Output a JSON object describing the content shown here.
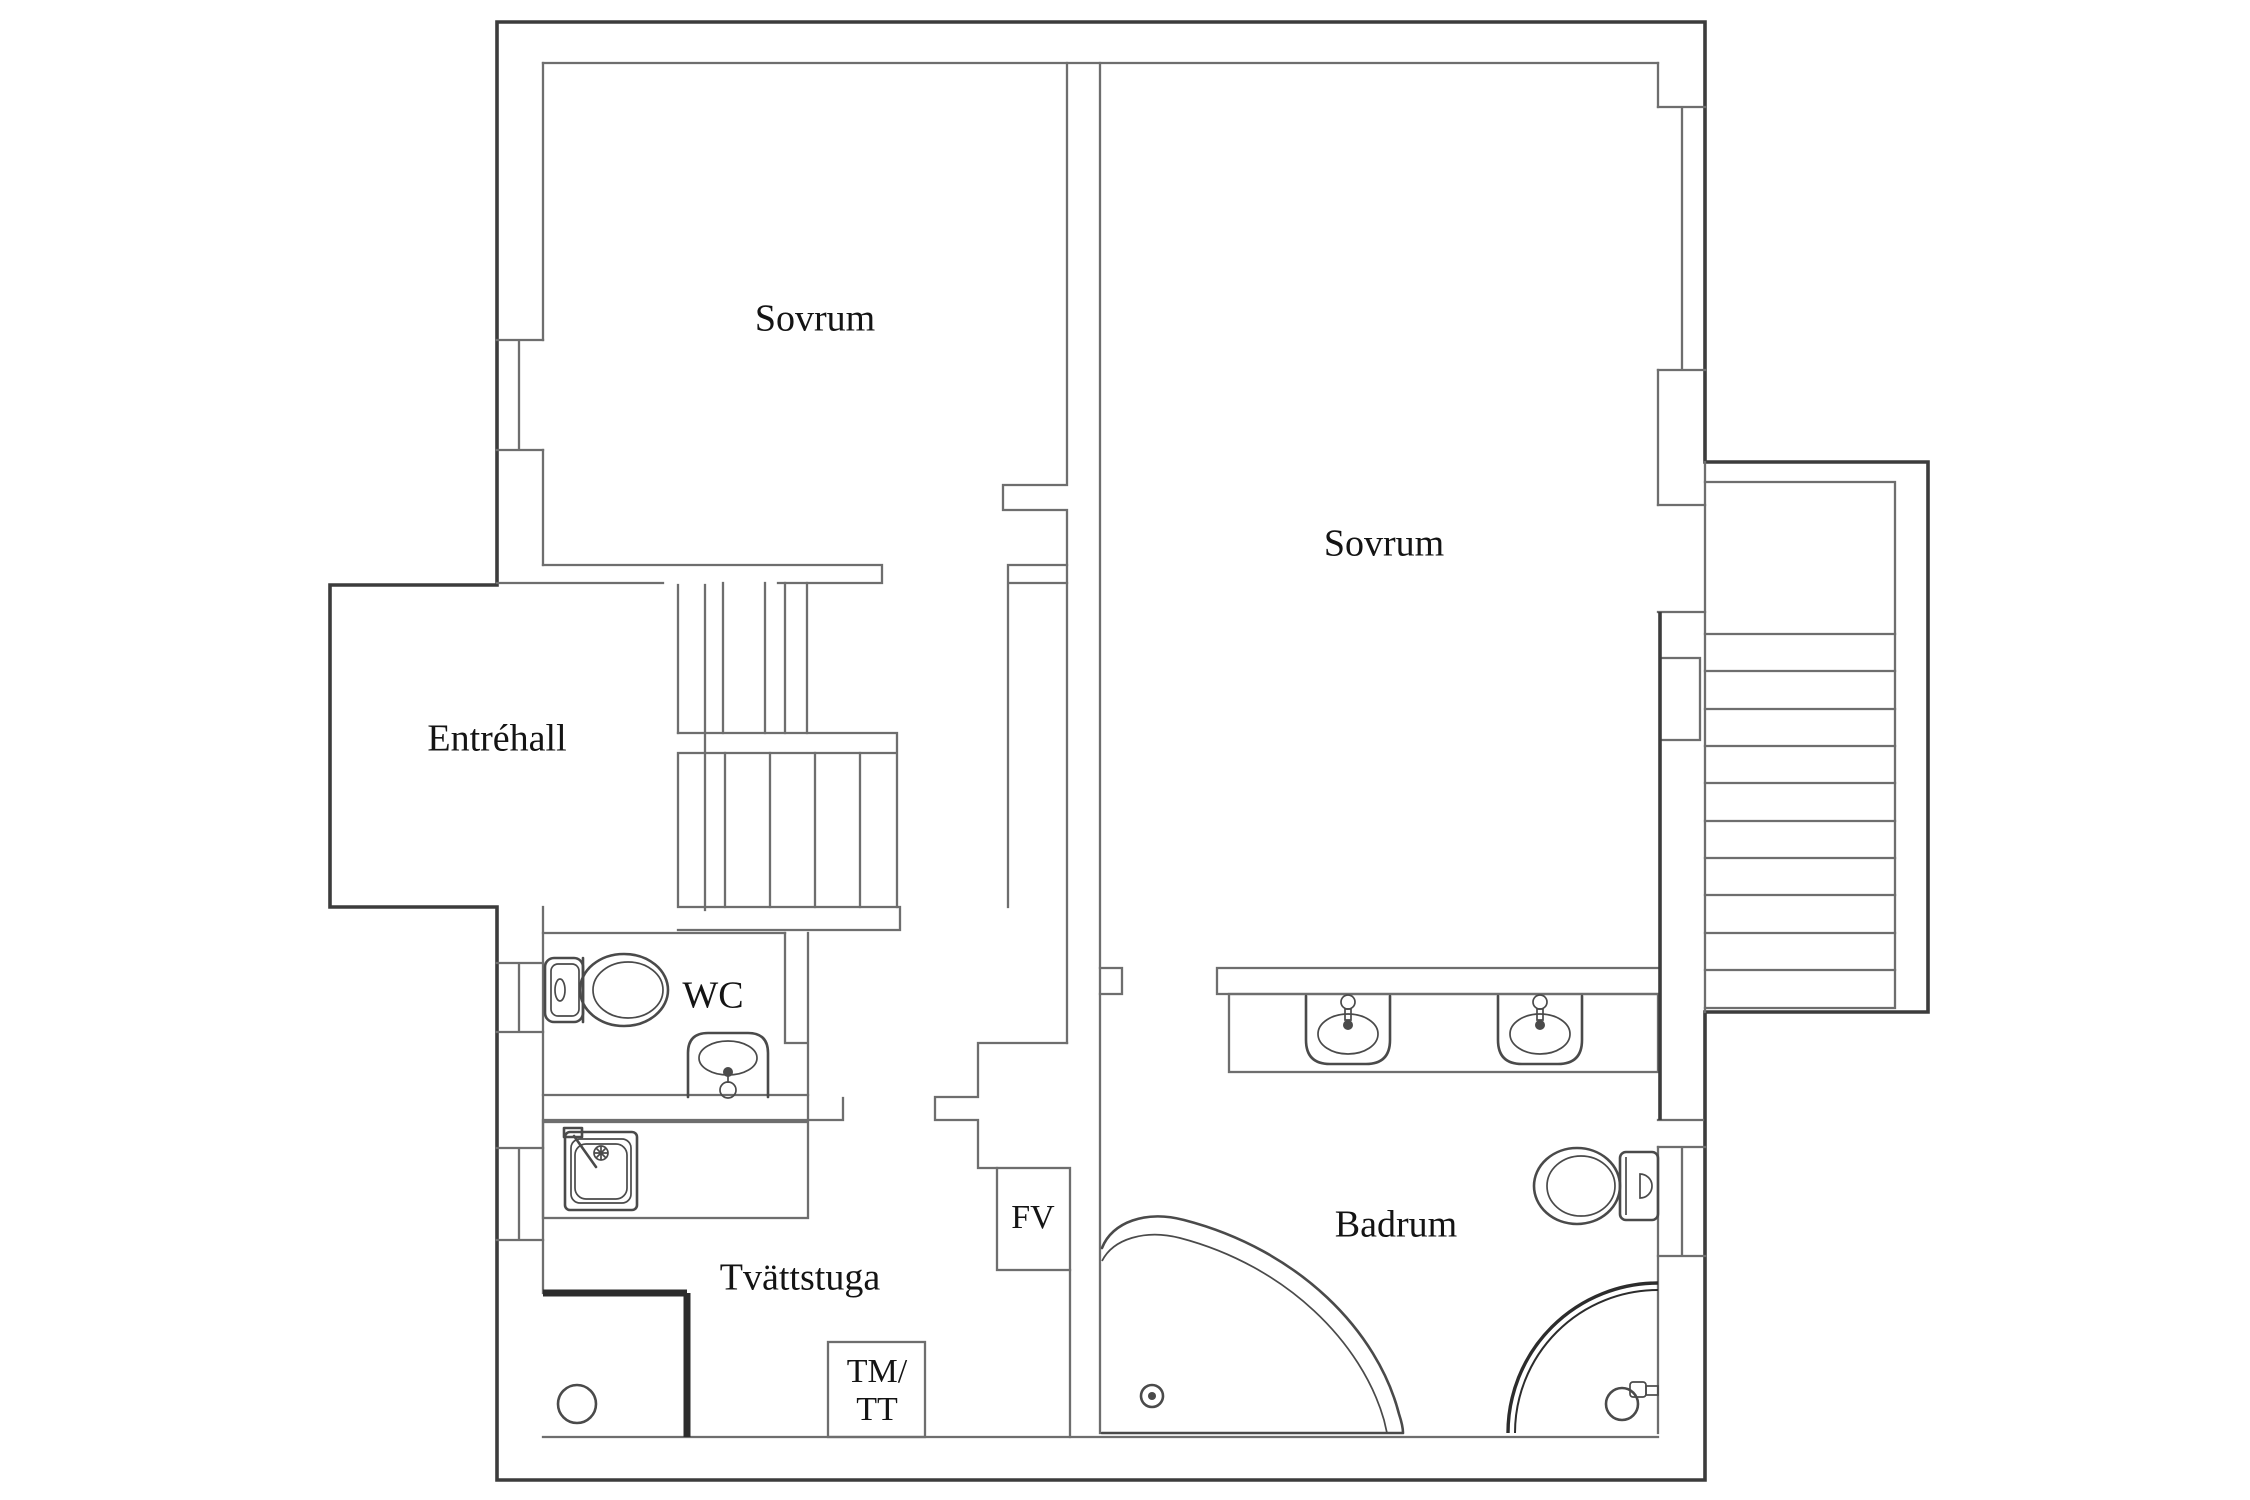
{
  "title": "Apartment floor plan",
  "colors": {
    "wall_thin": "#6e6e6e",
    "wall_dark": "#3c3c3c",
    "fixture": "#4a4a4a",
    "ink": "#141414",
    "bg": "#ffffff"
  },
  "rooms": {
    "bedroom_top_left": "Sovrum",
    "bedroom_right": "Sovrum",
    "entry_hall": "Entréhall",
    "wc": "WC",
    "laundry": "Tvättstuga",
    "bathroom": "Badrum",
    "heater_unit": "FV",
    "washer_dryer_line1": "TM/",
    "washer_dryer_line2": "TT"
  }
}
